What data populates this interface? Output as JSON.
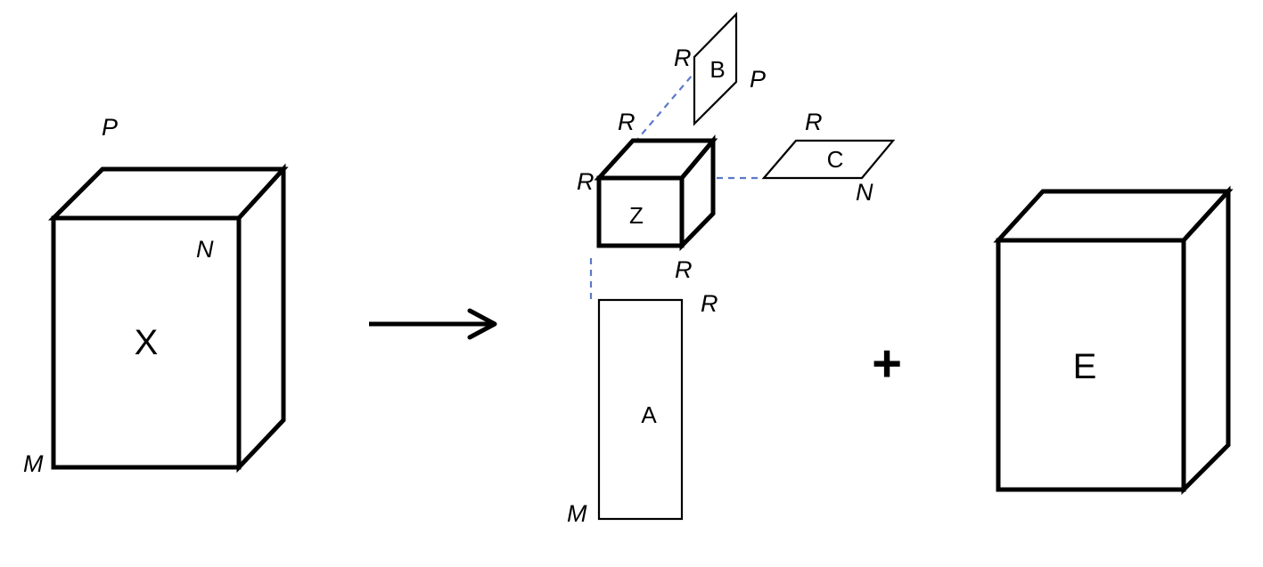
{
  "tensor_x": {
    "name": "X",
    "dim_m": "M",
    "dim_n": "N",
    "dim_p": "P"
  },
  "core_z": {
    "name": "Z",
    "dim_r_top": "R",
    "dim_r_left": "R",
    "dim_r_bottom": "R"
  },
  "factor_a": {
    "name": "A",
    "dim_m": "M",
    "dim_r": "R"
  },
  "factor_b": {
    "name": "B",
    "dim_r": "R",
    "dim_p": "P"
  },
  "factor_c": {
    "name": "C",
    "dim_r": "R",
    "dim_n": "N"
  },
  "residual_e": {
    "name": "E"
  },
  "operators": {
    "plus": "+"
  },
  "colors": {
    "stroke": "#000000",
    "connector": "#5b79c9"
  }
}
